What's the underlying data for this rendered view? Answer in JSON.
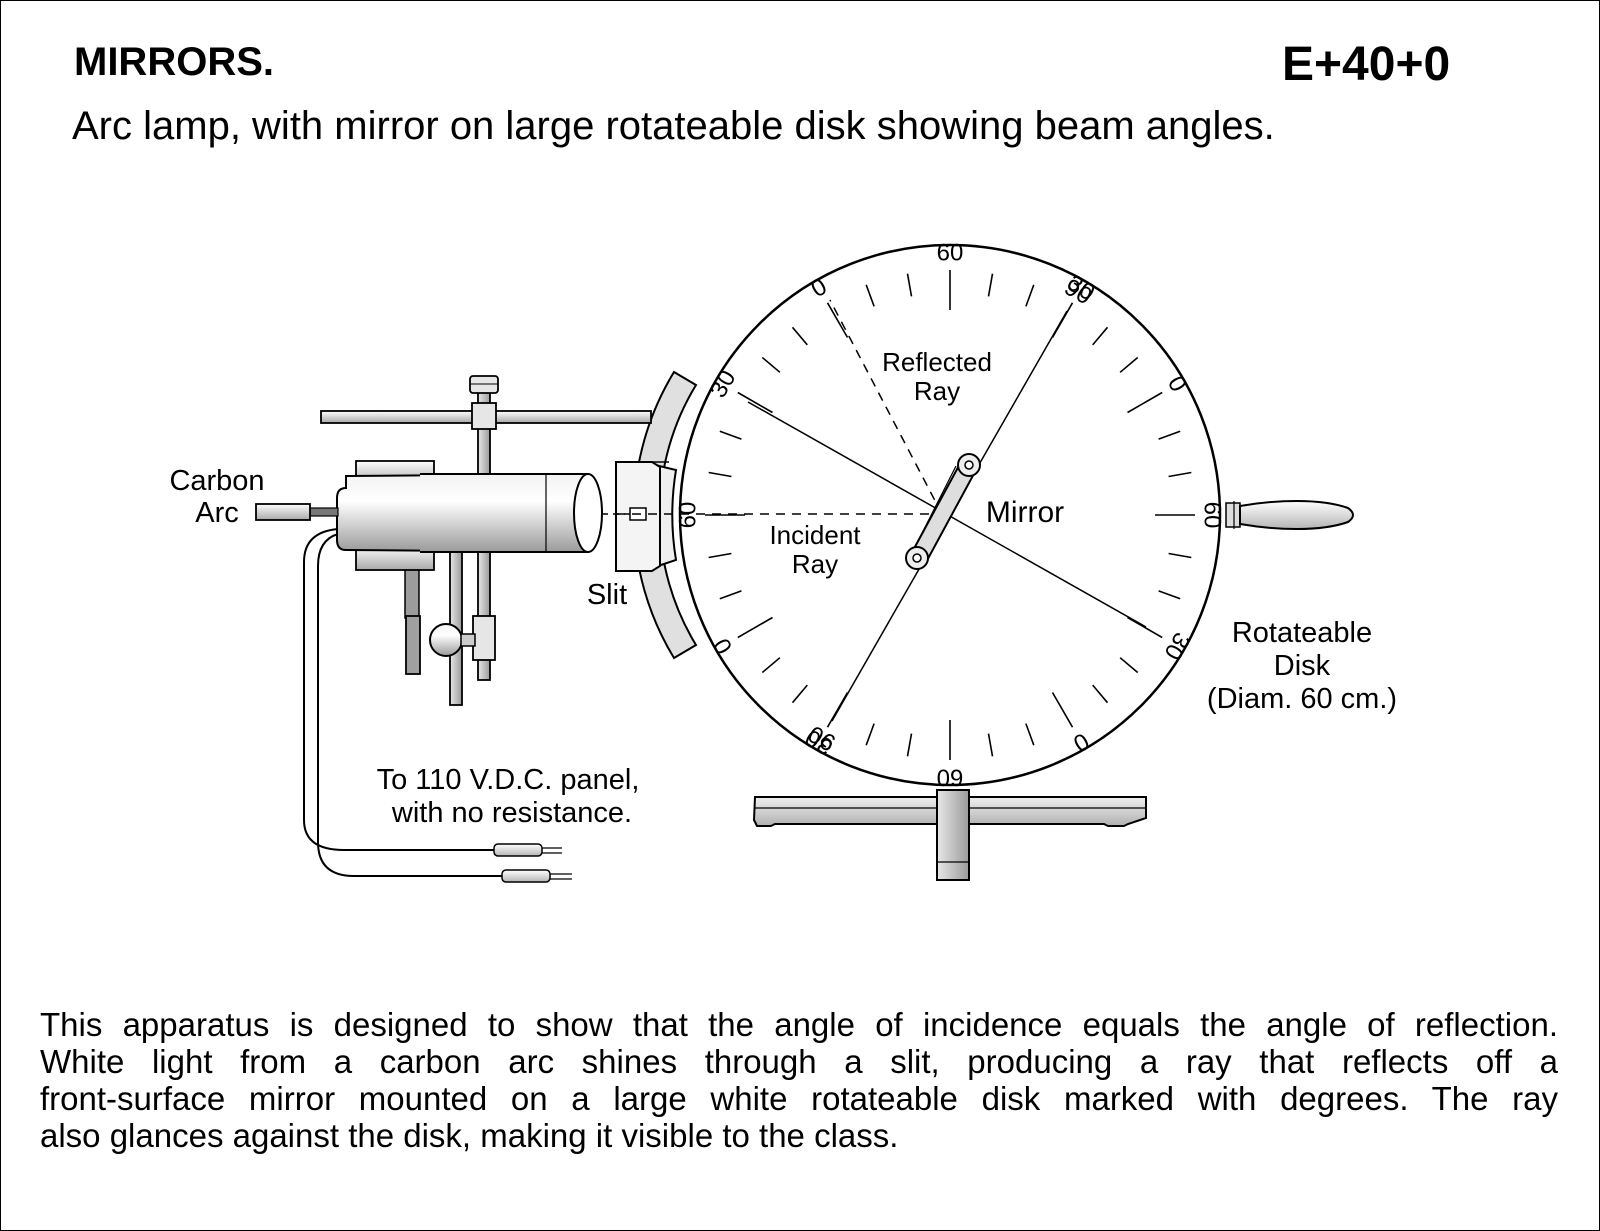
{
  "header": {
    "title": "MIRRORS.",
    "code": "E+40+0",
    "subtitle": "Arc lamp, with mirror on large rotateable disk showing beam angles."
  },
  "labels": {
    "carbon_arc": [
      "Carbon",
      "Arc"
    ],
    "slit": "Slit",
    "reflected_ray": [
      "Reflected",
      "Ray"
    ],
    "incident_ray": [
      "Incident",
      "Ray"
    ],
    "mirror": "Mirror",
    "rotateable_disk": [
      "Rotateable",
      "Disk",
      "(Diam. 60 cm.)"
    ],
    "power": [
      "To 110 V.D.C. panel,",
      "with no resistance."
    ]
  },
  "disk_scale": {
    "outer_ring": [
      "60",
      "30",
      "0",
      "60",
      "30",
      "0",
      "60",
      "30",
      "0",
      "60",
      "30",
      "0"
    ],
    "inner_ring": [
      "90",
      "90"
    ]
  },
  "description": [
    "This apparatus is designed to show that the angle of incidence equals the angle of reflection.",
    "White light from a carbon arc shines through a slit, producing a ray that reflects off a",
    "front-surface mirror mounted on a large white rotateable disk marked with degrees. The ray",
    "also glances against the disk, making it visible to the class."
  ]
}
